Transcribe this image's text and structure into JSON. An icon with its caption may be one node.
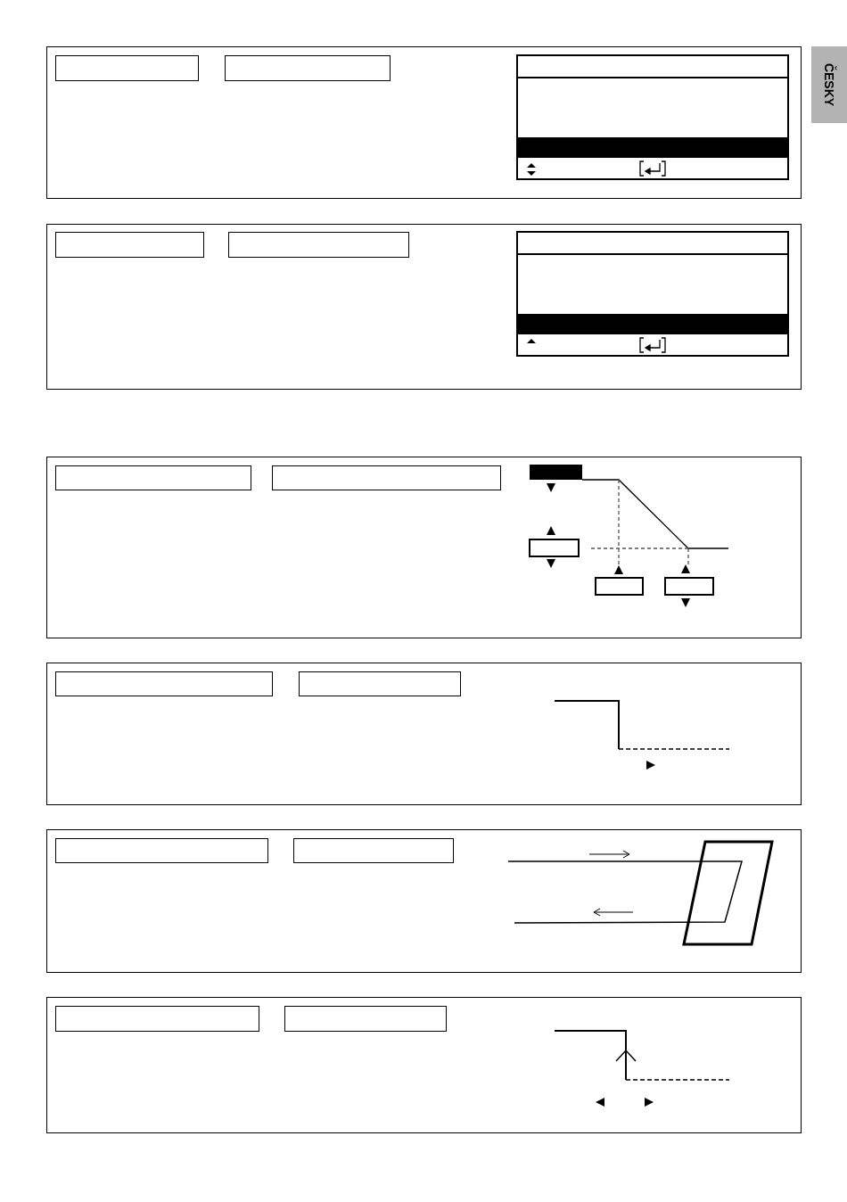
{
  "diagram": {
    "nodes": [
      {
        "text": [],
        "shape": "box"
      },
      {
        "text": [],
        "shape": "box",
        "in": 0
      },
      {
        "text": [],
        "shape": "box",
        "in": 0
      },
      {
        "text": [],
        "shape": "box"
      },
      {
        "text": [],
        "shape": "box",
        "in": 3
      },
      {
        "text": [],
        "shape": "box",
        "in": 3
      },
      {
        "text": [],
        "shape": "box"
      },
      {
        "text": [],
        "shape": "box",
        "in": 6
      },
      {
        "text": [],
        "shape": "box",
        "in": 6
      },
      {
        "text": [],
        "shape": "box"
      },
      {
        "text": [],
        "shape": "box",
        "in": 9
      },
      {
        "text": [],
        "shape": "box",
        "in": 9
      },
      {
        "text": [],
        "shape": "box"
      },
      {
        "text": [],
        "shape": "box",
        "in": 12
      },
      {
        "text": [],
        "shape": "box",
        "in": 12
      },
      {
        "text": [],
        "shape": "box"
      },
      {
        "text": [],
        "shape": "box",
        "in": 15
      },
      {
        "text": [],
        "shape": "box",
        "in": 15
      }
    ],
    "labels": [
      "ČESKY"
    ]
  }
}
